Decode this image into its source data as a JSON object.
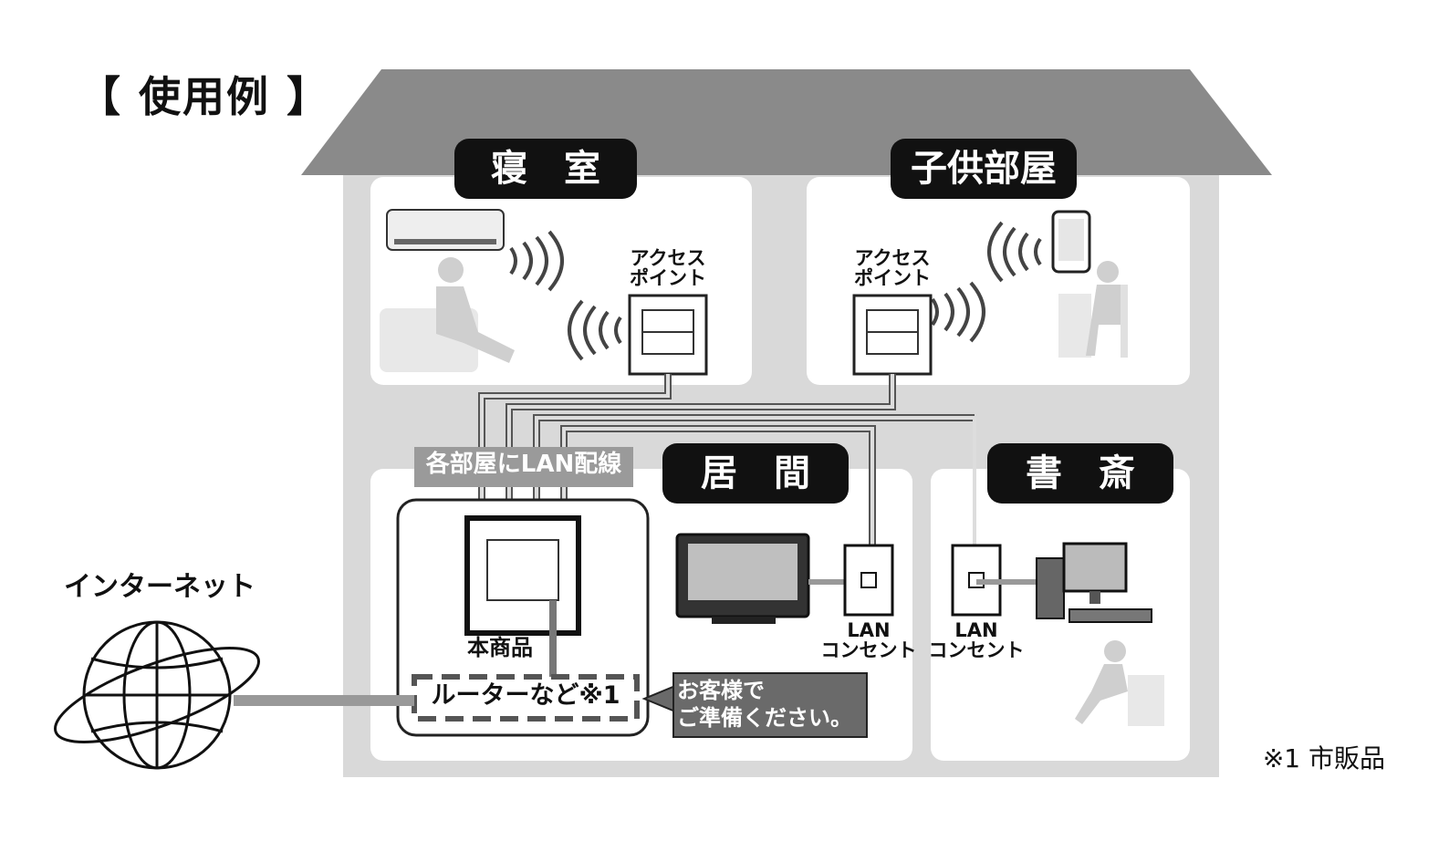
{
  "title": "【 使用例 】",
  "rooms": {
    "bedroom": "寝　室",
    "kids_room": "子供部屋",
    "living": "居　間",
    "study": "書　斎"
  },
  "labels": {
    "access_point_1": [
      "アクセス",
      "ポイント"
    ],
    "access_point_2": [
      "アクセス",
      "ポイント"
    ],
    "lan_wiring": "各部屋にLAN配線",
    "internet": "インターネット",
    "main_product": "本商品",
    "router": "ルーターなど※1",
    "callout": [
      "お客様で",
      "ご準備ください。"
    ],
    "lan_outlet_1": [
      "LAN",
      "コンセント"
    ],
    "lan_outlet_2": [
      "LAN",
      "コンセント"
    ],
    "footnote": "※1 市販品"
  },
  "colors": {
    "roof": "#8a8a8a",
    "wall": "#d9d9d9",
    "room": "#ffffff",
    "label_bg": "#111111",
    "cable": "#999999"
  }
}
